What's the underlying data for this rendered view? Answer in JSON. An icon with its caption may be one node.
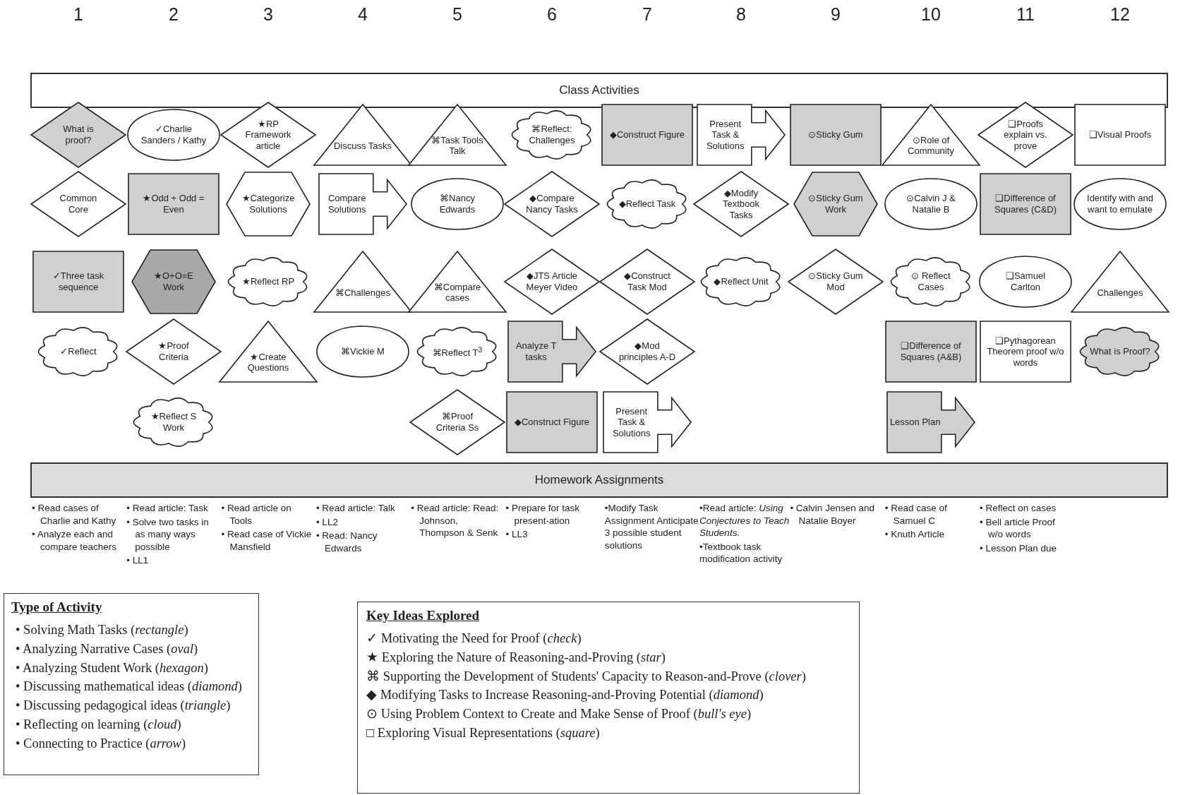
{
  "diagram": {
    "nodes": [
      {
        "text": [
          "Class Activities"
        ]
      },
      {
        "text": [
          "What is proof?"
        ]
      },
      {
        "text": [
          "Common Core"
        ]
      },
      {
        "text": [
          "✓Three task sequence"
        ]
      },
      {
        "text": [
          "✓Reflect"
        ]
      },
      {
        "text": [
          "✓Charlie Sanders / Kathy"
        ]
      },
      {
        "text": [
          "★Odd + Odd = Even"
        ]
      },
      {
        "text": [
          "★O+O=E Work"
        ]
      },
      {
        "text": [
          "★Proof Criteria"
        ]
      },
      {
        "text": [
          "★Reflect S Work"
        ]
      },
      {
        "text": [
          "★RP Framework article"
        ]
      },
      {
        "text": [
          "★Categorize Solutions"
        ]
      },
      {
        "text": [
          "★Reflect RP"
        ]
      },
      {
        "text": [
          "★Create Questions"
        ]
      },
      {
        "text": [
          "Discuss Tasks"
        ]
      },
      {
        "text": [
          "Compare Solutions"
        ]
      },
      {
        "text": [
          "⌘Challenges"
        ]
      },
      {
        "text": [
          "⌘Vickie M"
        ]
      },
      {
        "text": [
          "⌘Task Tools Talk"
        ]
      },
      {
        "text": [
          "⌘Nancy Edwards"
        ]
      },
      {
        "text": [
          "⌘Compare cases"
        ]
      },
      {
        "text": [
          "⌘Reflect T$^{3}$"
        ]
      },
      {
        "text": [
          "⌘Proof Criteria Ss"
        ]
      },
      {
        "text": [
          "⌘Reflect: Challenges"
        ]
      },
      {
        "text": [
          "◆Compare Nancy Tasks"
        ]
      },
      {
        "text": [
          "◆JTS Article Meyer Video"
        ]
      },
      {
        "text": [
          "Analyze T tasks"
        ]
      },
      {
        "text": [
          "◆Construct Figure"
        ]
      },
      {
        "text": [
          "◆Construct Figure"
        ]
      },
      {
        "text": [
          "◆Reflect Task"
        ]
      },
      {
        "text": [
          "◆Construct Task Mod"
        ]
      },
      {
        "text": [
          "◆Mod principles A-D"
        ]
      },
      {
        "text": [
          "Present Task & Solutions"
        ]
      },
      {
        "text": [
          "Present Task & Solutions"
        ]
      },
      {
        "text": [
          "◆Modify Textbook Tasks"
        ]
      },
      {
        "text": [
          "◆Reflect Unit"
        ]
      },
      {
        "text": [
          "⊙Sticky Gum"
        ]
      },
      {
        "text": [
          "⊙Sticky Gum Work"
        ]
      },
      {
        "text": [
          "⊙Sticky Gum Mod"
        ]
      },
      {
        "text": [
          "⊙Role of Community"
        ]
      },
      {
        "text": [
          "⊙Calvin J & Natalie B"
        ]
      },
      {
        "text": [
          "⊙ Reflect Cases"
        ]
      },
      {
        "text": [
          "❑Difference of Squares (A&B)"
        ]
      },
      {
        "text": [
          "Lesson Plan"
        ]
      },
      {
        "text": [
          "❑Proofs explain vs. prove"
        ]
      },
      {
        "text": [
          "❑Difference of Squares (C&D)"
        ]
      },
      {
        "text": [
          "❑Samuel Carlton"
        ]
      },
      {
        "text": [
          "❑Pythagorean Theorem proof w/o words"
        ]
      },
      {
        "text": [
          "❑Visual Proofs"
        ]
      },
      {
        "text": [
          "Identify with and want to emulate"
        ]
      },
      {
        "text": [
          "Challenges"
        ]
      },
      {
        "text": [
          "What is Proof?"
        ]
      },
      {
        "text": [
          "Homework Assignments"
        ]
      }
    ],
    "edges": [],
    "labels": [
      "1",
      "2",
      "3",
      "4",
      "5",
      "6",
      "7",
      "8",
      "9",
      "10",
      "11",
      "12",
      "• Read cases of Charlie and Kathy",
      "• Analyze each and compare teachers",
      "• Read article: Task",
      "• Solve two tasks in as many ways possible",
      "• LL1",
      "• Read article on Tools",
      "• Read case of Vickie Mansfield",
      "• Read article: Talk",
      "• LL2",
      "• Read: Nancy Edwards",
      "• Read article: Read: Johnson, Thompson & Senk",
      "• Prepare for task present-ation",
      "• LL3",
      "•Modify Task Assignment Anticipate 3 possible student solutions",
      "•Read article: *Using Conjectures to Teach Students.*",
      "•Textbook task modification activity",
      "• Calvin Jensen and Natalie Boyer",
      "• Read case of Samuel C",
      "• Knuth Article",
      "• Reflect on cases",
      "• Bell article Proof w/o words",
      "• Lesson Plan due",
      "Type of Activity",
      "Key Ideas Explored"
    ],
    "legend": [
      {
        "text": "• Solving Math Tasks (*rectangle*)"
      },
      {
        "text": "• Analyzing Narrative Cases (*oval*)"
      },
      {
        "text": "• Analyzing Student Work (*hexagon*)"
      },
      {
        "text": "• Discussing mathematical ideas (*diamond*)"
      },
      {
        "text": "• Discussing pedagogical ideas (*triangle*)"
      },
      {
        "text": "• Reflecting on learning (*cloud*)"
      },
      {
        "text": "• Connecting to Practice (*arrow*)"
      },
      {
        "text": "✓ Motivating the Need for Proof (*check*)"
      },
      {
        "text": "★ Exploring the Nature of Reasoning-and-Proving (*star*)"
      },
      {
        "text": "⌘ Supporting the Development of Students' Capacity to Reason-and-Prove (*clover*)"
      },
      {
        "text": "◆ Modifying Tasks to Increase Reasoning-and-Proving Potential (*diamond*)"
      },
      {
        "text": "⊙ Using Problem Context to Create and Make Sense of Proof (*bull's eye*)"
      },
      {
        "text": "□ Exploring Visual Representations (*square*)"
      }
    ]
  }
}
